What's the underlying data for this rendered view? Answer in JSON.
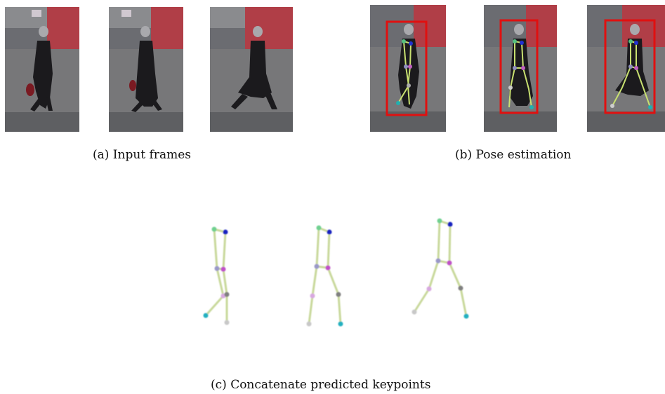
{
  "captions": {
    "a": "(a) Input frames",
    "b": "(b) Pose estimation",
    "c": "(c) Concatenate predicted keypoints"
  },
  "colors": {
    "bbox": "#e01010",
    "bone": "#c8d89a",
    "sky": "#6e6f74",
    "building": "#b5414a",
    "road": "#7a7a7c",
    "person": "#1c1a1d"
  }
}
